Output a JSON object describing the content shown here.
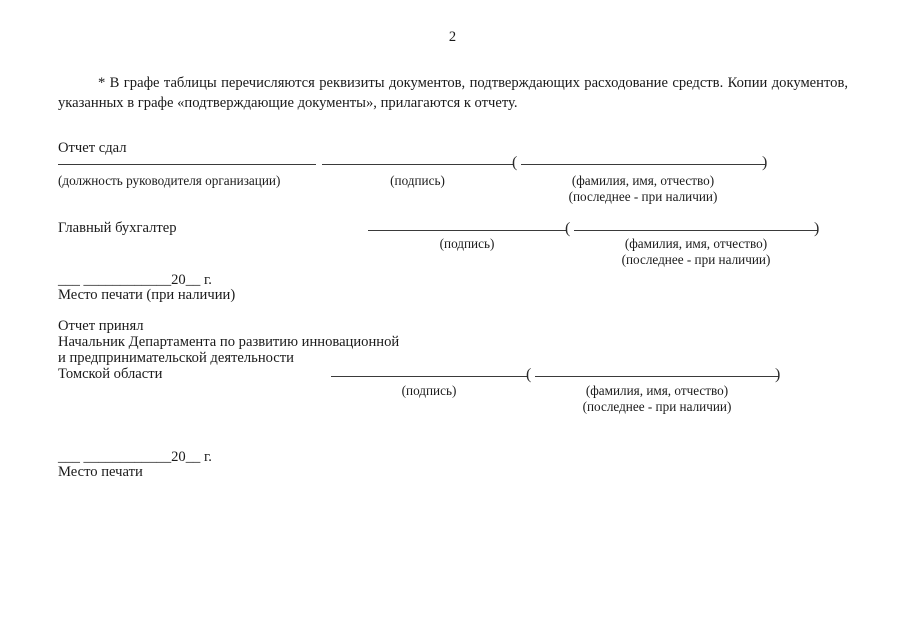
{
  "document": {
    "page_number": "2",
    "footnote": {
      "line1": "* В графе таблицы перечисляются реквизиты документов, подтверждающих расходование средств. Копии документов,",
      "line2": "указанных в графе «подтверждающие документы», прилагаются к отчету."
    },
    "sections": {
      "submitted": {
        "heading": "Отчет сдал",
        "position_caption": "(должность руководителя организации)",
        "signature_caption": "(подпись)",
        "name_caption": "(фамилия, имя, отчество)",
        "name_note": "(последнее - при наличии)"
      },
      "accountant": {
        "heading": "Главный бухгалтер",
        "signature_caption": "(подпись)",
        "name_caption": "(фамилия, имя, отчество)",
        "name_note": "(последнее - при наличии)"
      },
      "date_seal_1": {
        "day_blank": "___",
        "month_blank": "____________",
        "year_prefix": "20",
        "year_blank": "__",
        "year_suffix": "г.",
        "seal_label": "Место печати (при наличии)"
      },
      "accepted": {
        "heading": "Отчет принял",
        "title_line1": "Начальник Департамента по развитию инновационной",
        "title_line2": "и предпринимательской деятельности",
        "title_line3": "Томской области",
        "signature_caption": "(подпись)",
        "name_caption": "(фамилия, имя, отчество)",
        "name_note": "(последнее - при наличии)"
      },
      "date_seal_2": {
        "day_blank": "___",
        "month_blank": "____________",
        "year_prefix": "20",
        "year_blank": "__",
        "year_suffix": "г.",
        "seal_label": "Место печати"
      }
    },
    "symbols": {
      "open_paren": "(",
      "close_paren": ")"
    }
  }
}
